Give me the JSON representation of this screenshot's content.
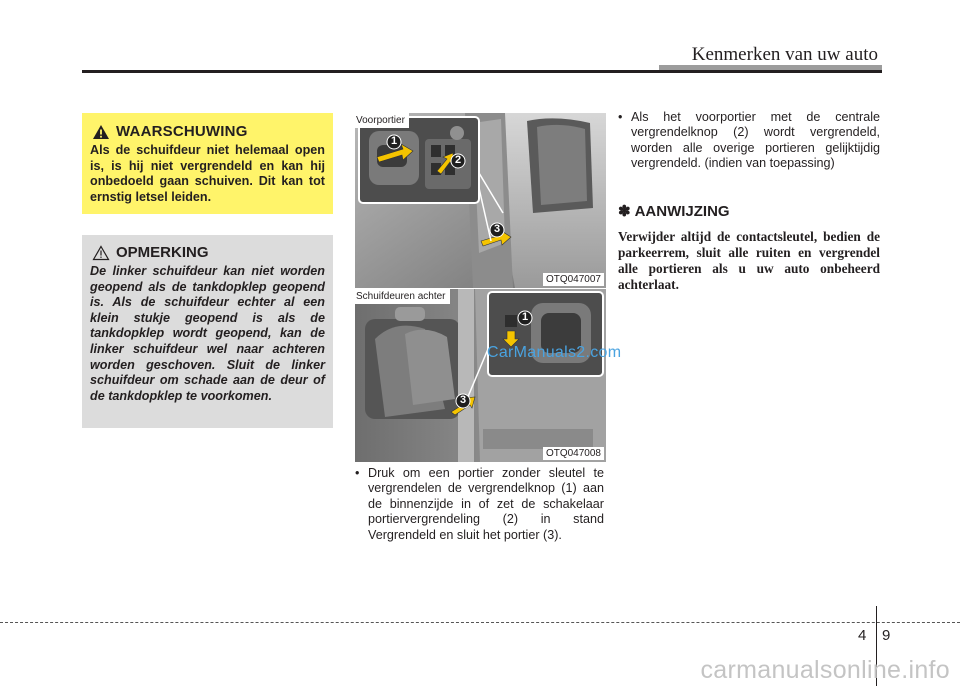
{
  "header": {
    "title": "Kenmerken van uw auto"
  },
  "warning": {
    "title": "WAARSCHUWING",
    "text": "Als de schuifdeur niet helemaal open is, is hij niet vergrendeld en kan hij onbedoeld gaan schuiven. Dit kan tot ernstig letsel leiden."
  },
  "note": {
    "title": "OPMERKING",
    "text": "De linker schuifdeur kan niet worden geopend als de tankdopklep geopend is. Als de schuifdeur echter al een klein stukje geopend is als de tankdopklep wordt geopend, kan de linker schuifdeur wel naar achteren worden geschoven. Sluit de linker schuifdeur om schade aan de deur of de tankdopklep te voorkomen."
  },
  "figure1": {
    "label": "Voorportier",
    "code": "OTQ047007",
    "markers": [
      "1",
      "2",
      "3"
    ]
  },
  "figure2": {
    "label": "Schuifdeuren achter",
    "code": "OTQ047008",
    "markers": [
      "1",
      "3"
    ]
  },
  "watermark": "CarManuals2.com",
  "bullets_middle": [
    "Druk om een portier zonder sleutel te vergrendelen de vergrendelknop (1) aan de binnenzijde in of zet de schakelaar portiervergrendeling (2) in stand Vergrendeld en sluit het portier (3)."
  ],
  "bullets_right": [
    "Als het voorportier met de centrale vergrendelknop (2) wordt vergrendeld, worden alle overige portieren gelijktijdig vergrendeld. (indien van toepassing)"
  ],
  "info": {
    "symbol": "✽",
    "title": "AANWIJZING",
    "text": "Verwijder altijd de contactsleutel, bedien de parkeerrem, sluit alle ruiten en vergrendel alle portieren als u uw auto onbeheerd achterlaat."
  },
  "footer": {
    "page_section": "4",
    "page_number": "9",
    "watermark": "carmanualsonline.info"
  }
}
